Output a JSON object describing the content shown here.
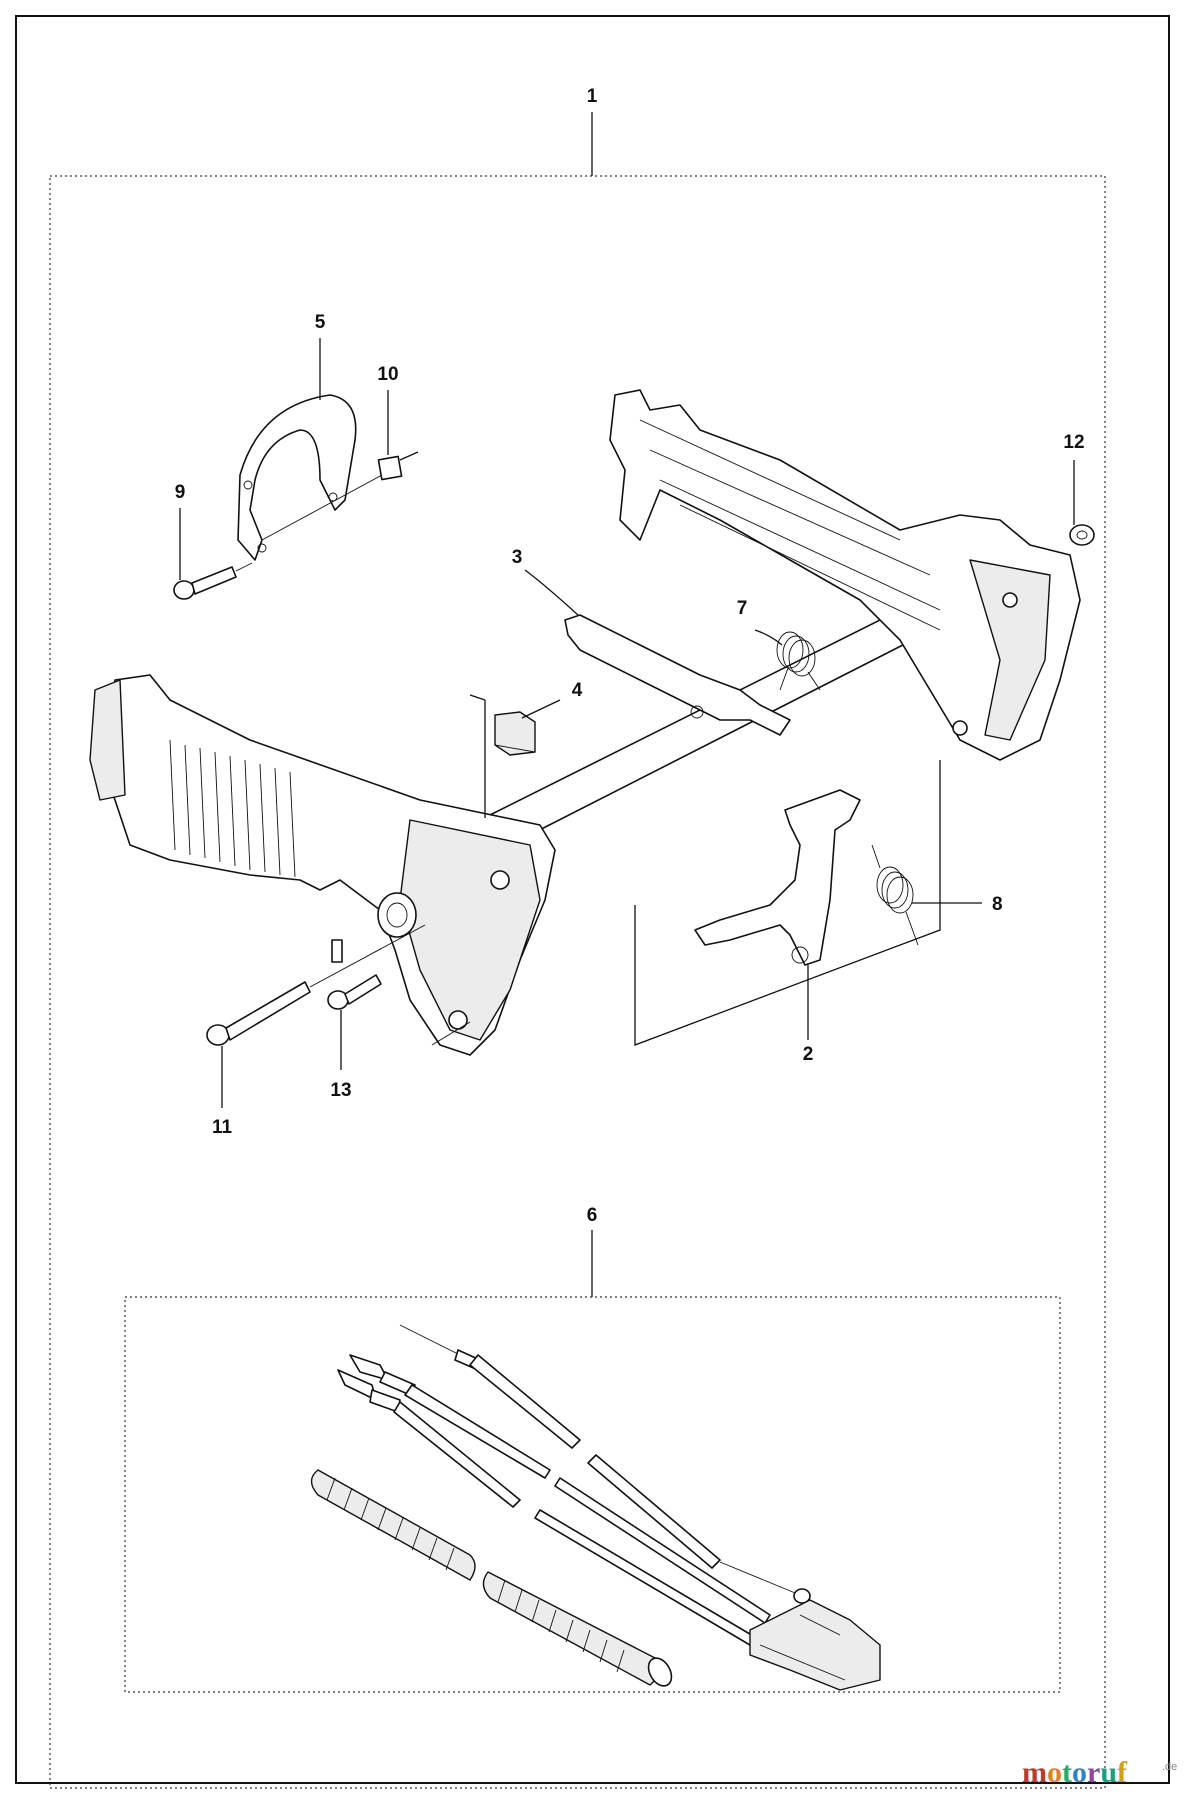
{
  "callouts": {
    "c1": "1",
    "c2": "2",
    "c3": "3",
    "c4": "4",
    "c5": "5",
    "c6": "6",
    "c7": "7",
    "c8": "8",
    "c9": "9",
    "c10": "10",
    "c11": "11",
    "c12": "12",
    "c13": "13"
  },
  "watermark": {
    "m": "m",
    "o1": "o",
    "t": "t",
    "o2": "o",
    "r": "r",
    "u": "u",
    "f": "f",
    "suffix": ".de",
    "colors": {
      "m": "#c0392b",
      "o1": "#e67e22",
      "t": "#27ae60",
      "o2": "#2e86c1",
      "r": "#8e44ad",
      "u": "#16a085",
      "f": "#d4a017"
    }
  },
  "colors": {
    "line": "#111111",
    "background": "#ffffff"
  }
}
